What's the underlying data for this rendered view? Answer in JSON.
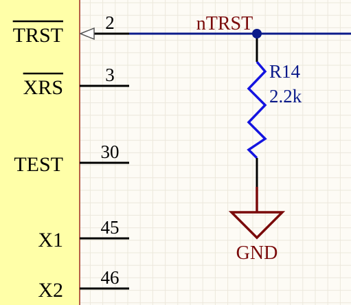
{
  "colors": {
    "component_body": "#ffffa8",
    "component_edge": "#9b2a2a",
    "pin_line": "#000000",
    "wire": "#0a1a8a",
    "junction": "#0a1a8a",
    "resistor": "#1414e0",
    "ground": "#7a0a0a",
    "net_label": "#7a0a0a",
    "ref_text": "#0a1a8a",
    "grid": "#ece8dc",
    "background": "#fdfbf5"
  },
  "pins": [
    {
      "name": "TRST",
      "number": "2",
      "active_low": true,
      "type": "input"
    },
    {
      "name": "XRS",
      "number": "3",
      "active_low": true,
      "type": "passive"
    },
    {
      "name": "TEST",
      "number": "30",
      "active_low": false,
      "type": "passive"
    },
    {
      "name": "X1",
      "number": "45",
      "active_low": false,
      "type": "passive"
    },
    {
      "name": "X2",
      "number": "46",
      "active_low": false,
      "type": "passive"
    }
  ],
  "net": {
    "label": "nTRST"
  },
  "resistor": {
    "designator": "R14",
    "value": "2.2k",
    "icon": "resistor-zigzag-icon"
  },
  "ground": {
    "label": "GND",
    "icon": "ground-triangle-icon"
  }
}
